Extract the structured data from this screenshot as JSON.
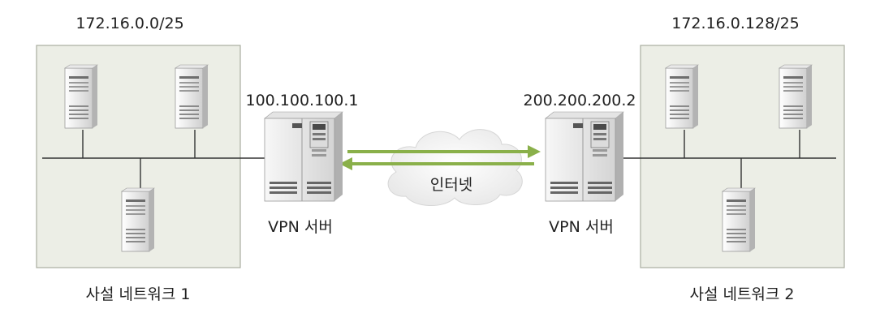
{
  "networks": [
    {
      "subnet": "172.16.0.0/25",
      "name": "사설 네트워크 1"
    },
    {
      "subnet": "172.16.0.128/25",
      "name": "사설 네트워크 2"
    }
  ],
  "vpn_servers": [
    {
      "ip": "100.100.100.1",
      "label": "VPN 서버"
    },
    {
      "ip": "200.200.200.2",
      "label": "VPN 서버"
    }
  ],
  "internet": {
    "label": "인터넷"
  },
  "colors": {
    "network_box_fill": "#eceee6",
    "network_box_stroke": "#a9ad9f",
    "tunnel_arrow": "#8ab04a",
    "cloud_fill": "#f2f2f2",
    "line": "#333333"
  }
}
